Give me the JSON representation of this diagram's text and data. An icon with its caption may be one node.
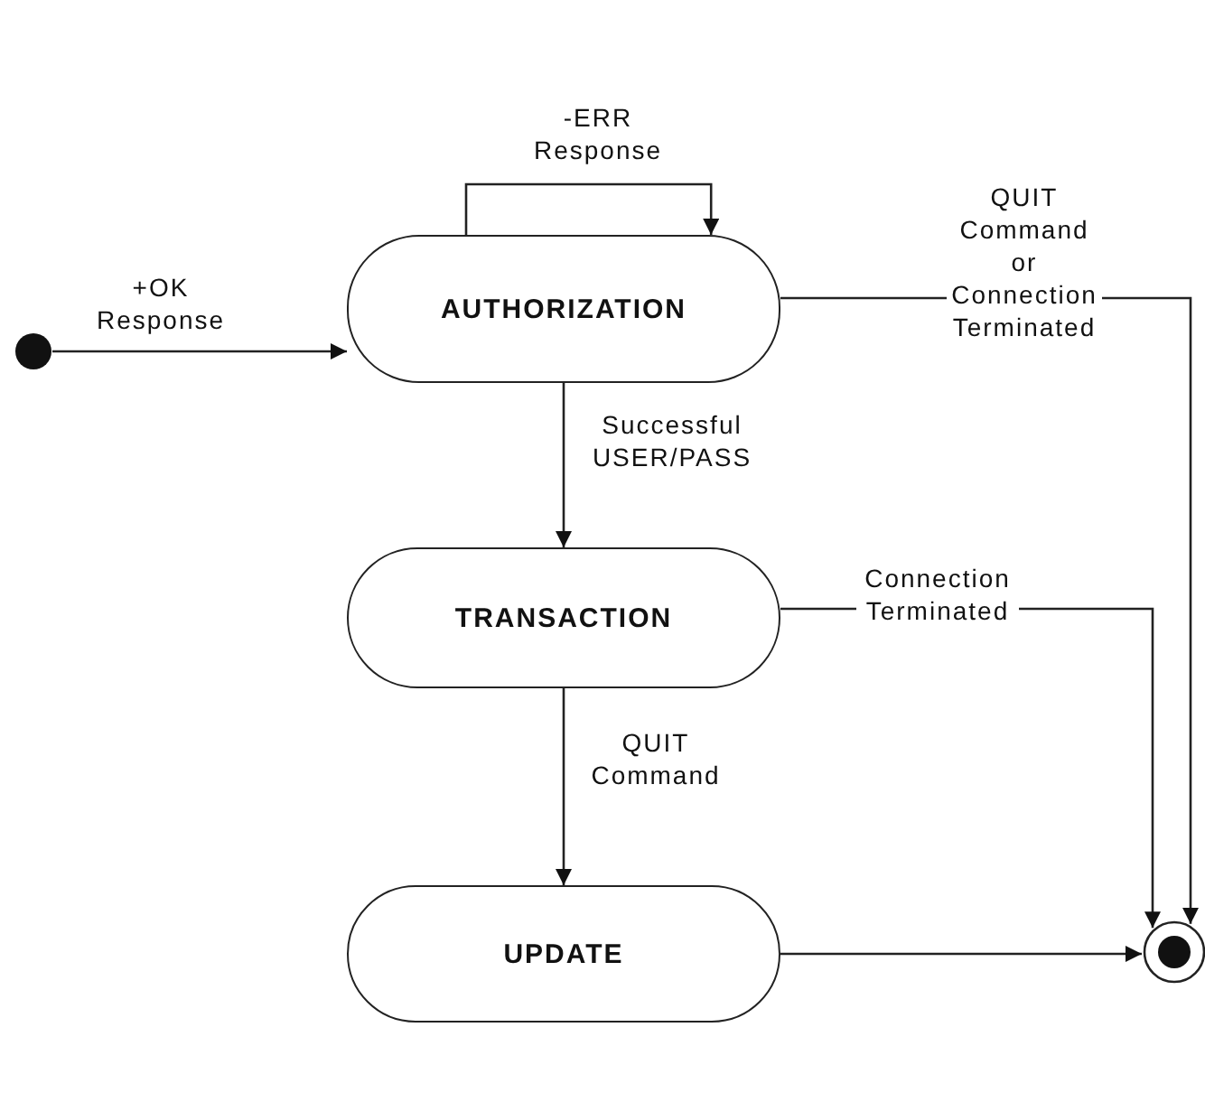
{
  "diagram": {
    "nodes": [
      {
        "text": [],
        "shape": "circle"
      },
      {
        "text": [
          "AUTHORIZATION"
        ]
      },
      {
        "text": [
          "TRANSACTION"
        ]
      },
      {
        "text": [
          "UPDATE"
        ]
      },
      {
        "text": [],
        "shape": "circle"
      }
    ],
    "edges": [
      {
        "from": 0,
        "to": 1,
        "arrow": "to",
        "label": "+OK Response"
      },
      {
        "from": 1,
        "to": 1,
        "arrow": "to",
        "label": "-ERR Response"
      },
      {
        "from": 1,
        "to": 4,
        "arrow": "to",
        "label": "QUIT Command or Connection Terminated"
      },
      {
        "from": 1,
        "to": 2,
        "arrow": "to",
        "label": "Successful USER/PASS"
      },
      {
        "from": 2,
        "to": 4,
        "arrow": "to",
        "label": "Connection Terminated"
      },
      {
        "from": 2,
        "to": 3,
        "arrow": "to",
        "label": "QUIT Command"
      },
      {
        "from": 3,
        "to": 4,
        "arrow": "to"
      }
    ]
  }
}
